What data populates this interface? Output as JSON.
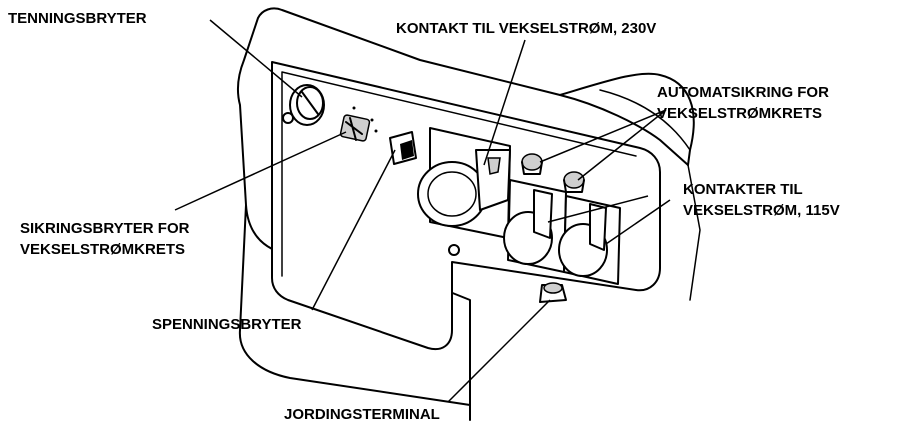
{
  "labels": {
    "ignition_switch": "TENNINGSBRYTER",
    "ac_outlet_230": "KONTAKT TIL VEKSELSTRØM, 230V",
    "ac_breaker_auto_l1": "AUTOMATSIKRING FOR",
    "ac_breaker_auto_l2": "VEKSELSTRØMKRETS",
    "ac_outlets_115_l1": "KONTAKTER TIL",
    "ac_outlets_115_l2": "VEKSELSTRØM, 115V",
    "circuit_breaker_l1": "SIKRINGSBRYTER FOR",
    "circuit_breaker_l2": "VEKSELSTRØMKRETS",
    "voltage_switch": "SPENNINGSBRYTER",
    "ground_terminal": "JORDINGSTERMINAL"
  }
}
